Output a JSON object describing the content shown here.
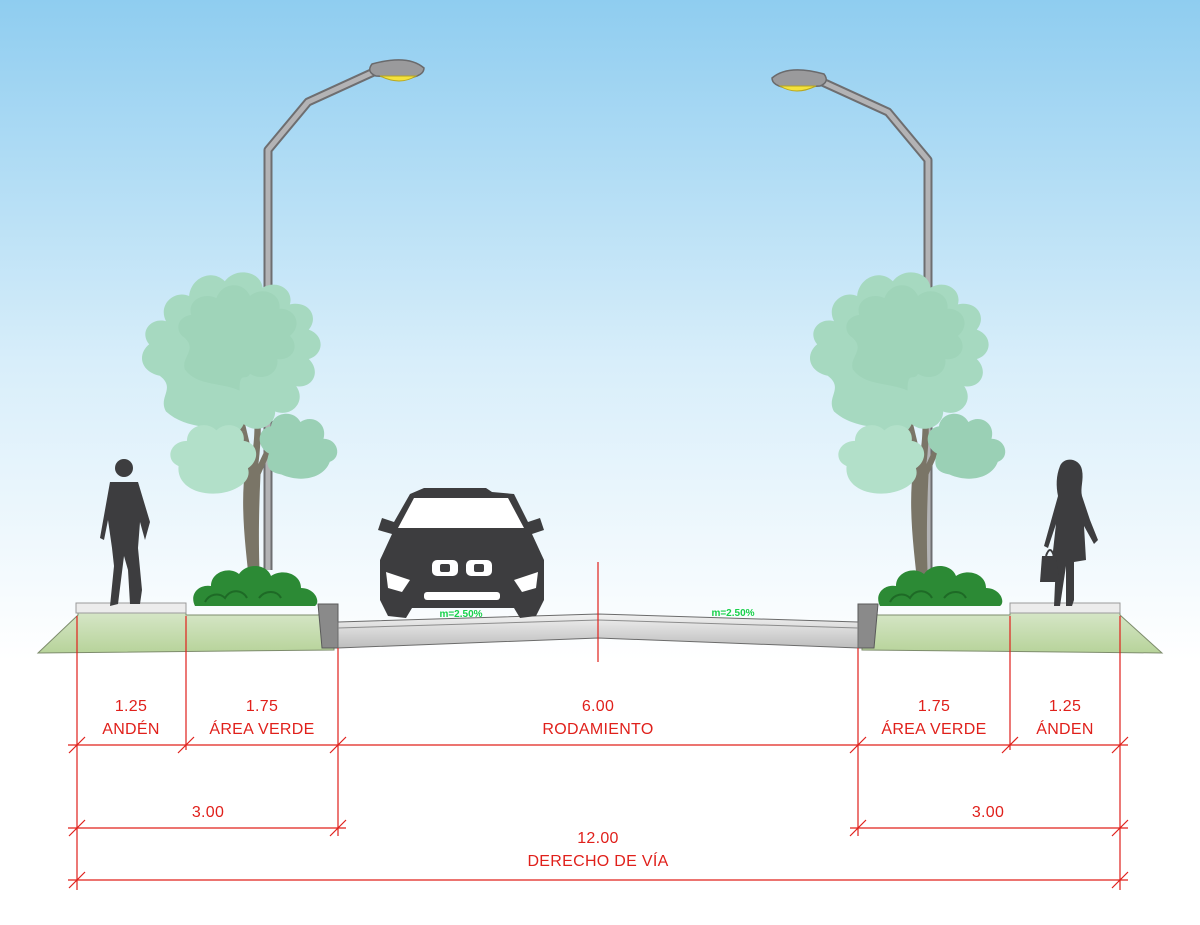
{
  "colors": {
    "sky_top": "#8fcdf0",
    "sky_bottom": "#ffffff",
    "dimension": "#e0201b",
    "slope_text": "#18d14a",
    "grass": "#c9dfae",
    "foliage": "#a6d9c0",
    "shrub": "#2c8a35",
    "silhouette": "#3d3d3f",
    "pole": "#a9a9ab",
    "lamp_light": "#f4e23c"
  },
  "slopes": {
    "left": "m=2.50%",
    "right": "m=2.50%"
  },
  "segments": [
    {
      "value": "1.25",
      "label": "ANDÉN"
    },
    {
      "value": "1.75",
      "label": "ÁREA VERDE"
    },
    {
      "value": "6.00",
      "label": "RODAMIENTO"
    },
    {
      "value": "1.75",
      "label": "ÁREA VERDE"
    },
    {
      "value": "1.25",
      "label": "ÁNDEN"
    }
  ],
  "subtotals": {
    "left": "3.00",
    "right": "3.00"
  },
  "total": {
    "value": "12.00",
    "label": "DERECHO DE VÍA"
  },
  "icons": [
    "street-lamp-icon",
    "tree-icon",
    "shrub-icon",
    "pedestrian-man-icon",
    "pedestrian-woman-icon",
    "car-front-icon"
  ]
}
